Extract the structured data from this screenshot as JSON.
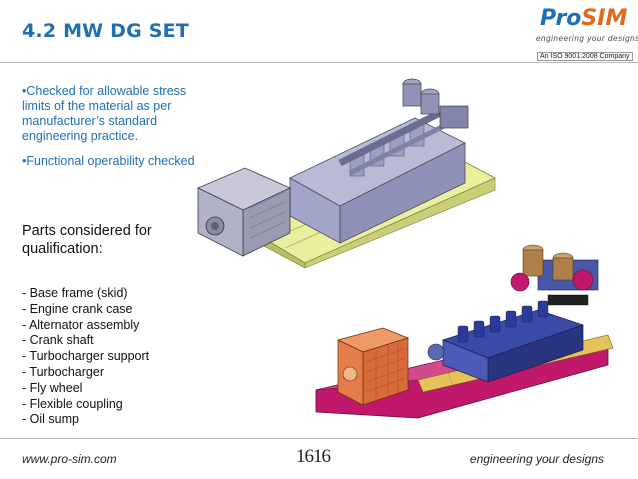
{
  "slide": {
    "title": "4.2 MW DG SET",
    "logo": {
      "brand_pro": "Pro",
      "brand_sim": "SIM",
      "tagline": "engineering your designs",
      "iso": "An ISO 9001:2008 Company",
      "colors": {
        "pro": "#1f6fb5",
        "sim": "#e06a1a"
      }
    },
    "bullets": [
      "•Checked for allowable stress limits of the material as per manufacturer’s standard engineering practice.",
      "•Functional operability checked"
    ],
    "parts_heading": "Parts considered for qualification:",
    "parts": [
      "- Base frame (skid)",
      "- Engine crank case",
      "- Alternator assembly",
      "- Crank shaft",
      "- Turbocharger support",
      "- Turbocharger",
      "- Fly wheel",
      "- Flexible coupling",
      "- Oil sump"
    ],
    "footer": {
      "url": "www.pro-sim.com",
      "page": "1616",
      "tagline": "engineering your designs"
    },
    "accent_color": "#1f6fb5"
  }
}
